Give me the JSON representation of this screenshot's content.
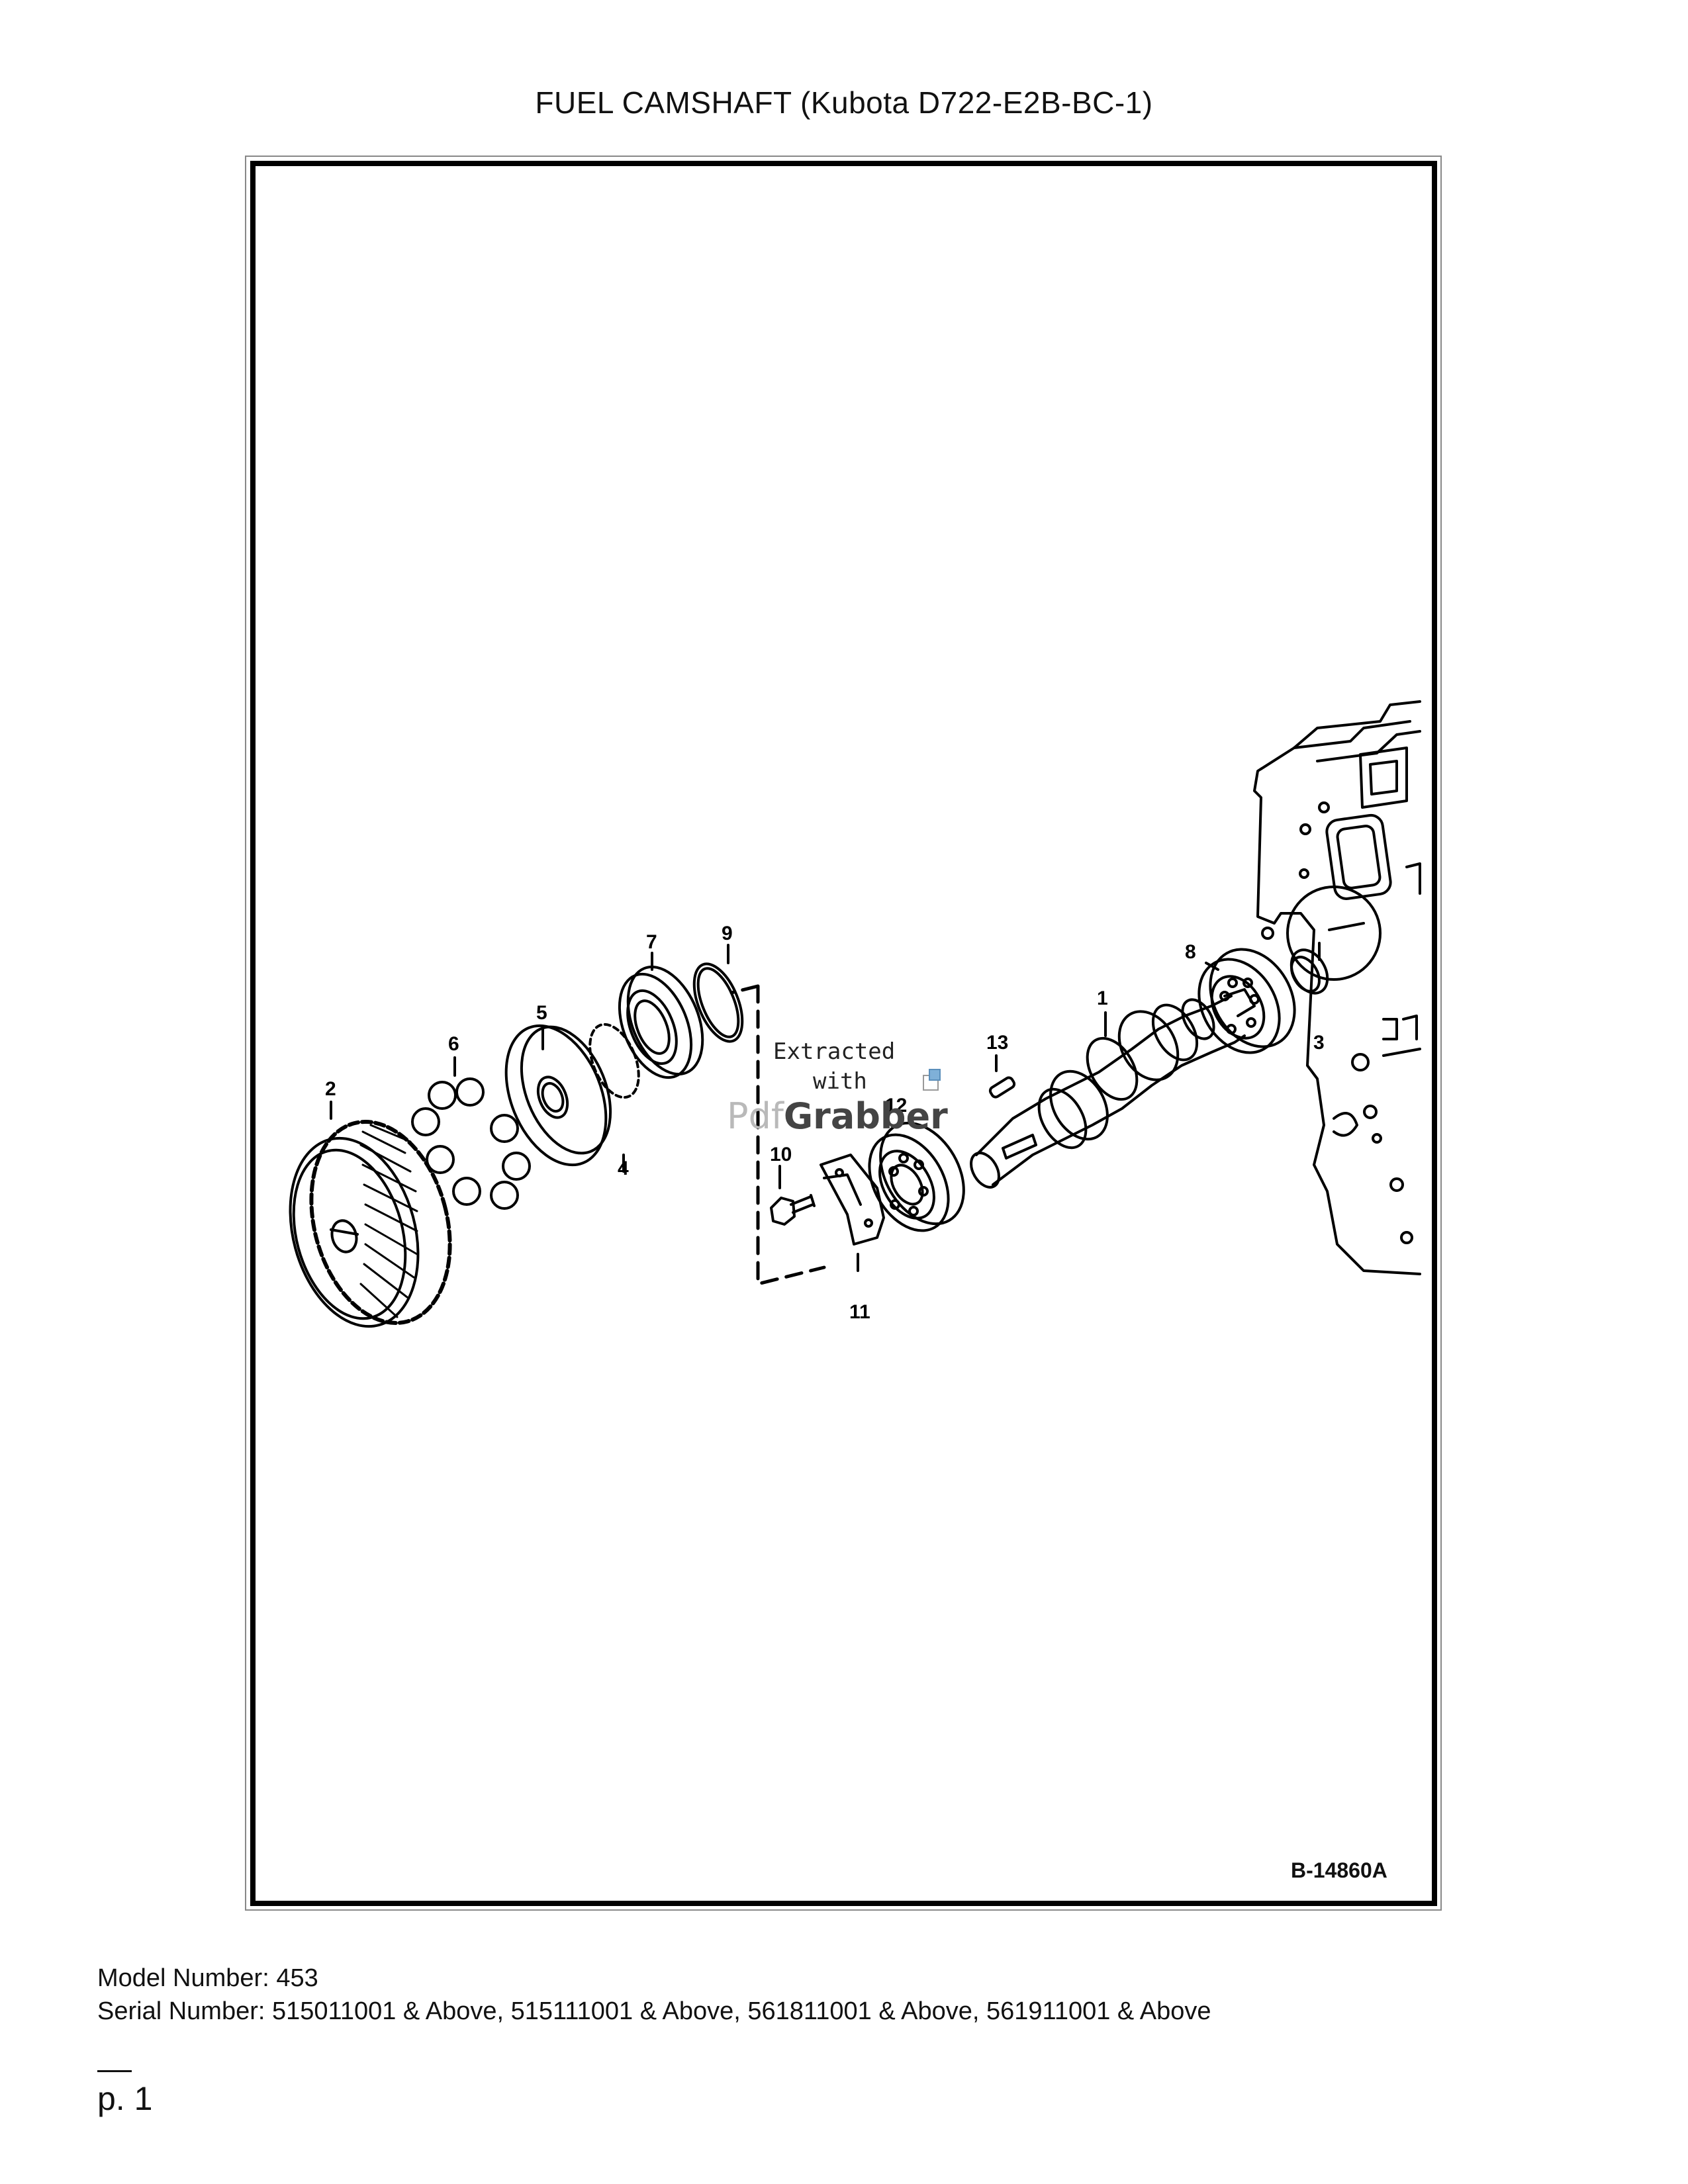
{
  "page": {
    "title": "FUEL CAMSHAFT (Kubota D722-E2B-BC-1)",
    "figure_id": "B-14860A",
    "model_number": "Model Number: 453",
    "serial_number": "Serial Number: 515011001 & Above, 515111001 & Above, 561811001 & Above, 561911001 & Above",
    "page_number": "p. 1"
  },
  "callouts": {
    "c1": "1",
    "c2": "2",
    "c3": "3",
    "c4": "4",
    "c5": "5",
    "c6": "6",
    "c7": "7",
    "c8": "8",
    "c9": "9",
    "c10": "10",
    "c11": "11",
    "c12": "12",
    "c13": "13"
  },
  "watermark": {
    "line1": "Extracted",
    "line2": "with",
    "brand_light": "Pdf",
    "brand_bold": "Grabber"
  }
}
